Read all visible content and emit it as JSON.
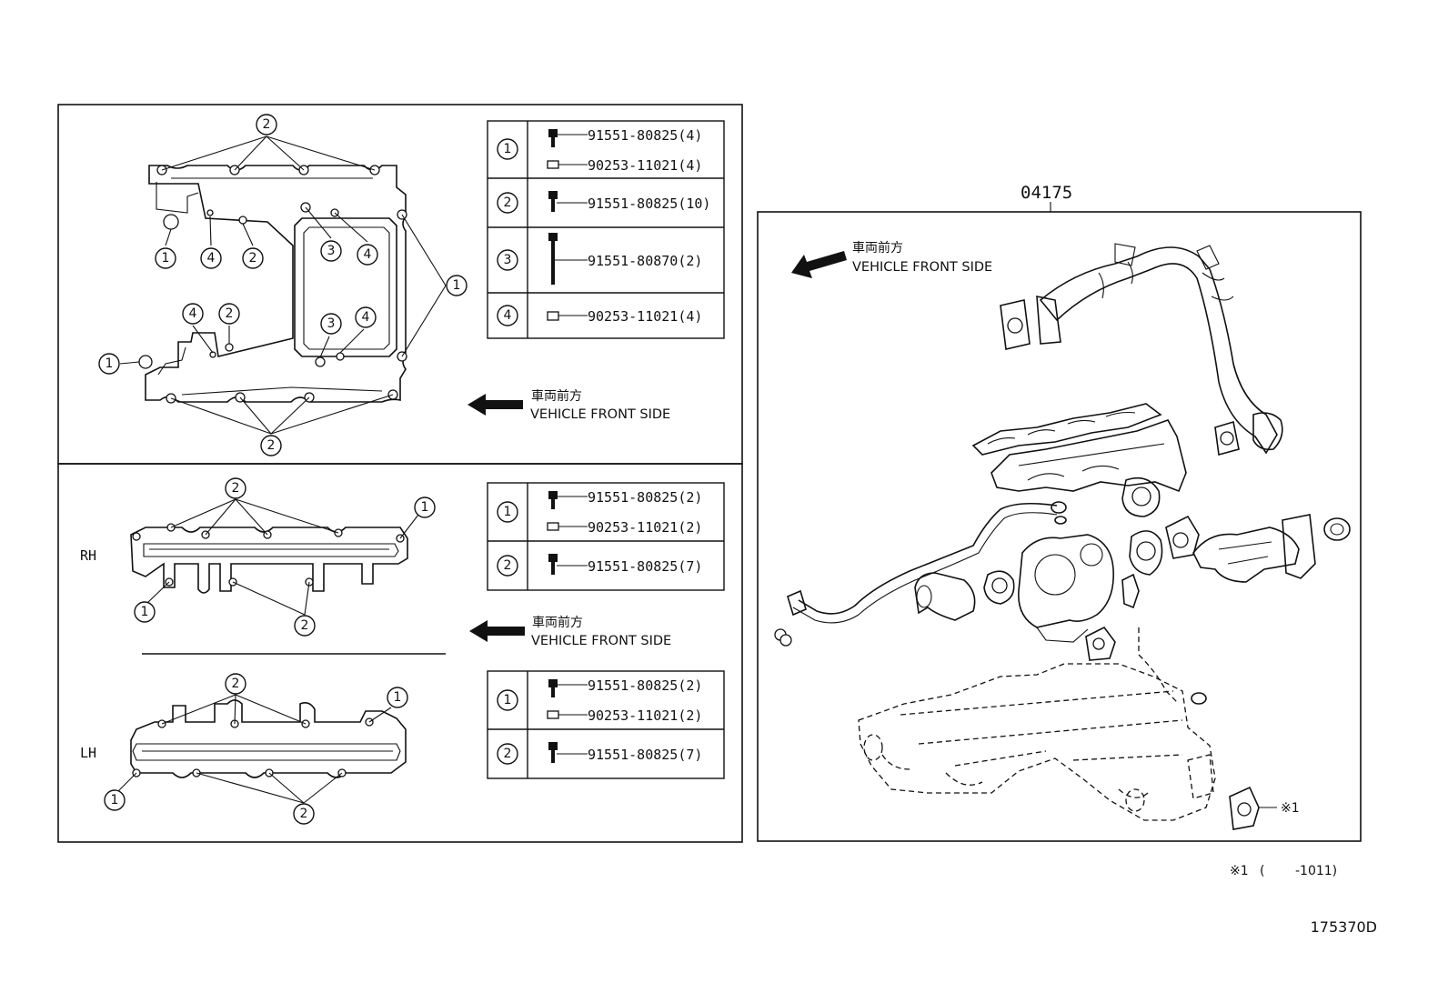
{
  "figure_code": "175370D",
  "upper_panel": {
    "direction": {
      "japanese": "車両前方",
      "english": "VEHICLE FRONT SIDE"
    },
    "callouts": [
      "1",
      "2",
      "3",
      "4"
    ],
    "legend": [
      {
        "key": "1",
        "parts": [
          "91551-80825(4)",
          "90253-11021(4)"
        ]
      },
      {
        "key": "2",
        "parts": [
          "91551-80825(10)"
        ]
      },
      {
        "key": "3",
        "parts": [
          "91551-80870(2)"
        ]
      },
      {
        "key": "4",
        "parts": [
          "90253-11021(4)"
        ]
      }
    ]
  },
  "lower_panel": {
    "rh_label": "RH",
    "lh_label": "LH",
    "direction": {
      "japanese": "車両前方",
      "english": "VEHICLE FRONT SIDE"
    },
    "rh_legend": [
      {
        "key": "1",
        "parts": [
          "91551-80825(2)",
          "90253-11021(2)"
        ]
      },
      {
        "key": "2",
        "parts": [
          "91551-80825(7)"
        ]
      }
    ],
    "lh_legend": [
      {
        "key": "1",
        "parts": [
          "91551-80825(2)",
          "90253-11021(2)"
        ]
      },
      {
        "key": "2",
        "parts": [
          "91551-80825(7)"
        ]
      }
    ]
  },
  "kit_panel": {
    "part_number": "04175",
    "direction": {
      "japanese": "車両前方",
      "english": "VEHICLE FRONT SIDE"
    },
    "note_marker": "※1"
  },
  "footnote": {
    "marker": "※1",
    "open": "(",
    "range": "-1011)"
  }
}
